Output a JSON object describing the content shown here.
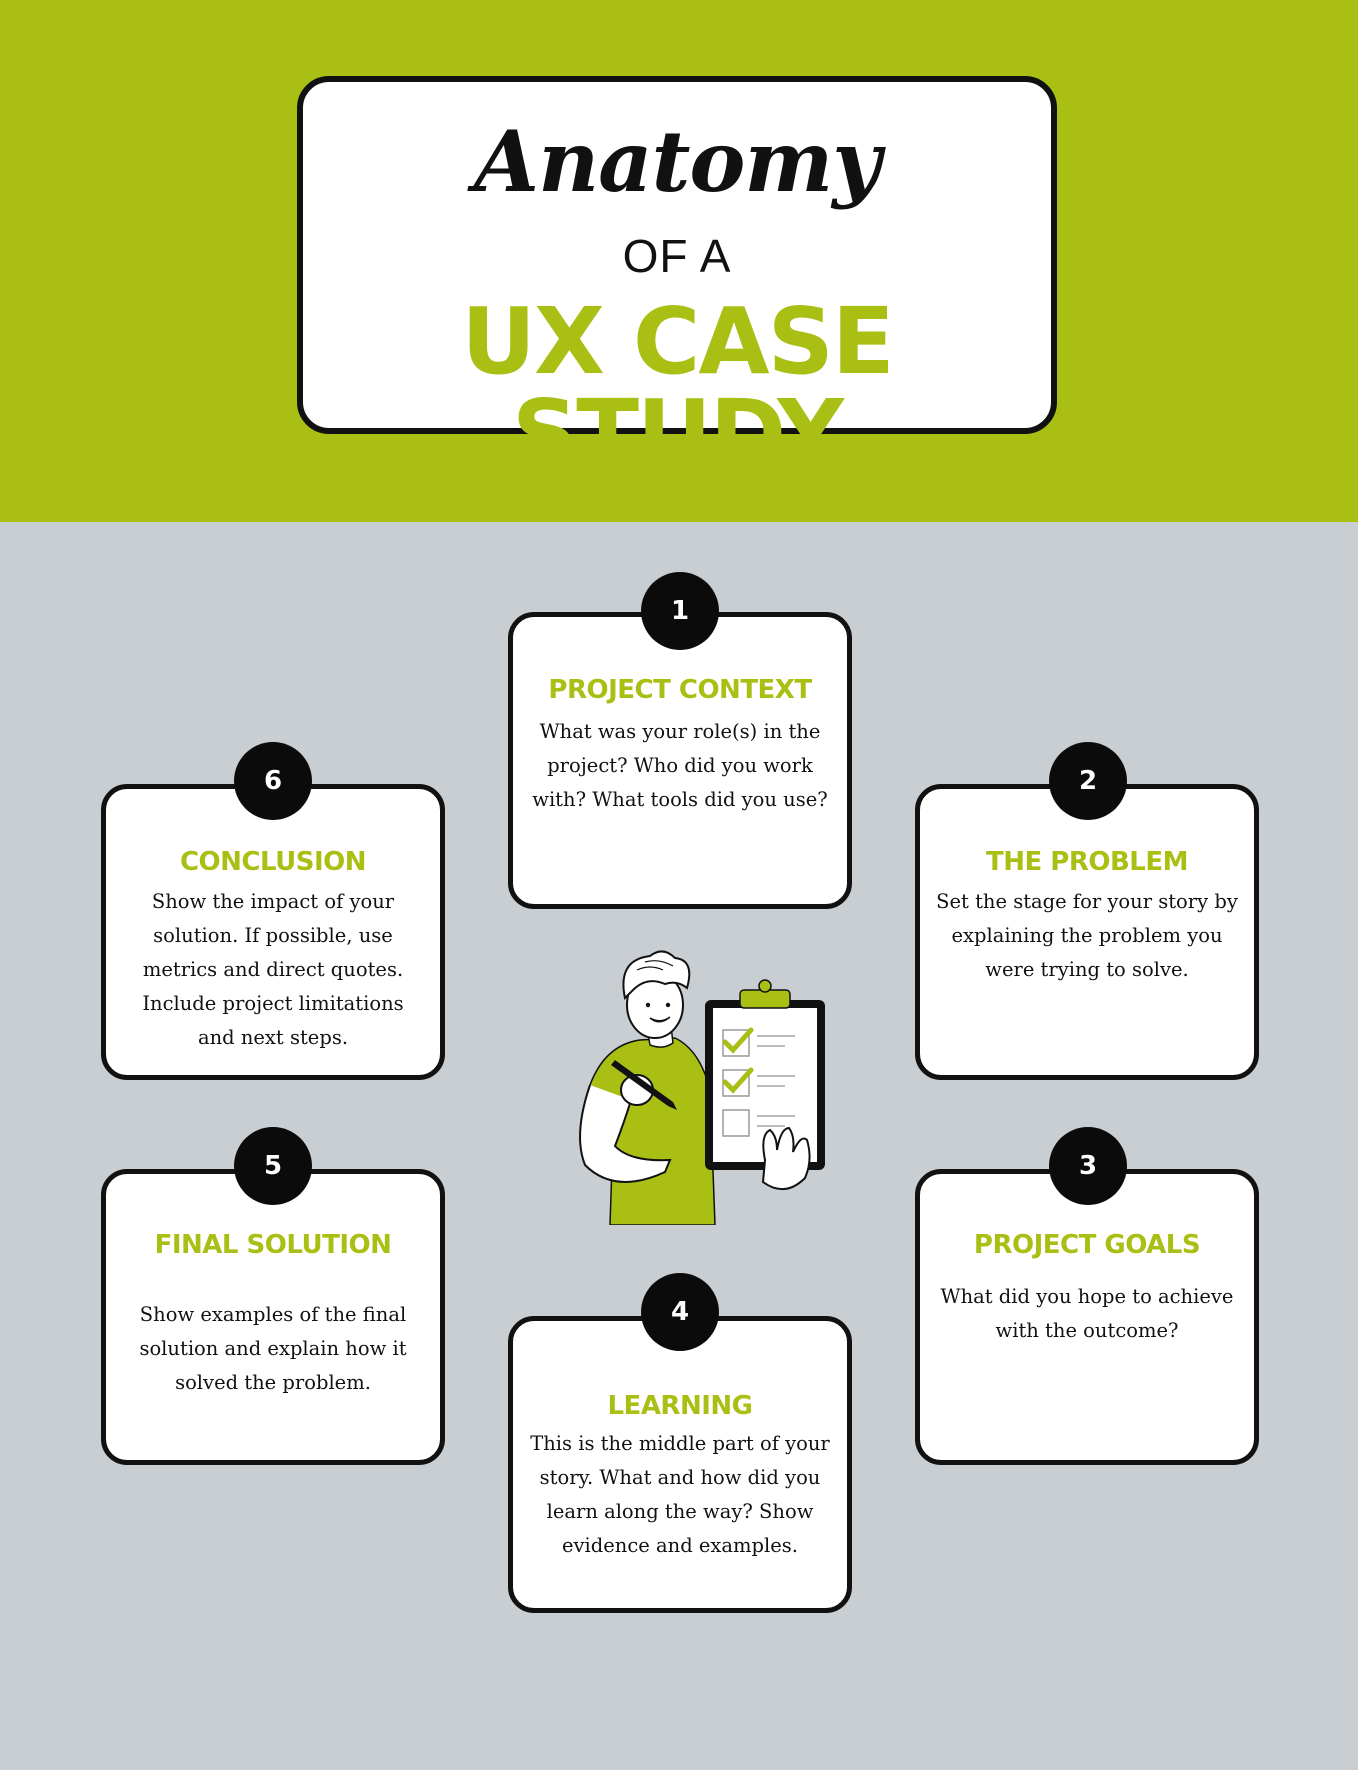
{
  "title": {
    "script": "Anatomy",
    "small": "OF A",
    "big": "UX CASE STUDY"
  },
  "steps": [
    {
      "number": "1",
      "heading": "PROJECT CONTEXT",
      "body": [
        "What was your role(s) in the",
        "project? Who did you work",
        "with? What tools did you use?"
      ]
    },
    {
      "number": "2",
      "heading": "THE PROBLEM",
      "body": [
        "Set the stage for your story by",
        "explaining the problem you",
        "were trying to solve."
      ]
    },
    {
      "number": "3",
      "heading": "PROJECT GOALS",
      "body": [
        "What did you hope to achieve",
        "with the outcome?"
      ]
    },
    {
      "number": "4",
      "heading": "LEARNING",
      "body": [
        "This is the middle part of your",
        "story. What and how did you",
        "learn along the way?  Show",
        "evidence and examples."
      ]
    },
    {
      "number": "5",
      "heading": "FINAL SOLUTION",
      "body": [
        "Show examples of the final",
        "solution and explain how it",
        "solved the problem."
      ]
    },
    {
      "number": "6",
      "heading": "CONCLUSION",
      "body": [
        "Show the impact of your",
        "solution. If possible, use",
        "metrics and direct quotes.",
        "Include project limitations",
        "and next steps."
      ]
    }
  ],
  "colors": {
    "accent": "#a9bf14",
    "background": "#c9ced3",
    "ink": "#111111"
  }
}
